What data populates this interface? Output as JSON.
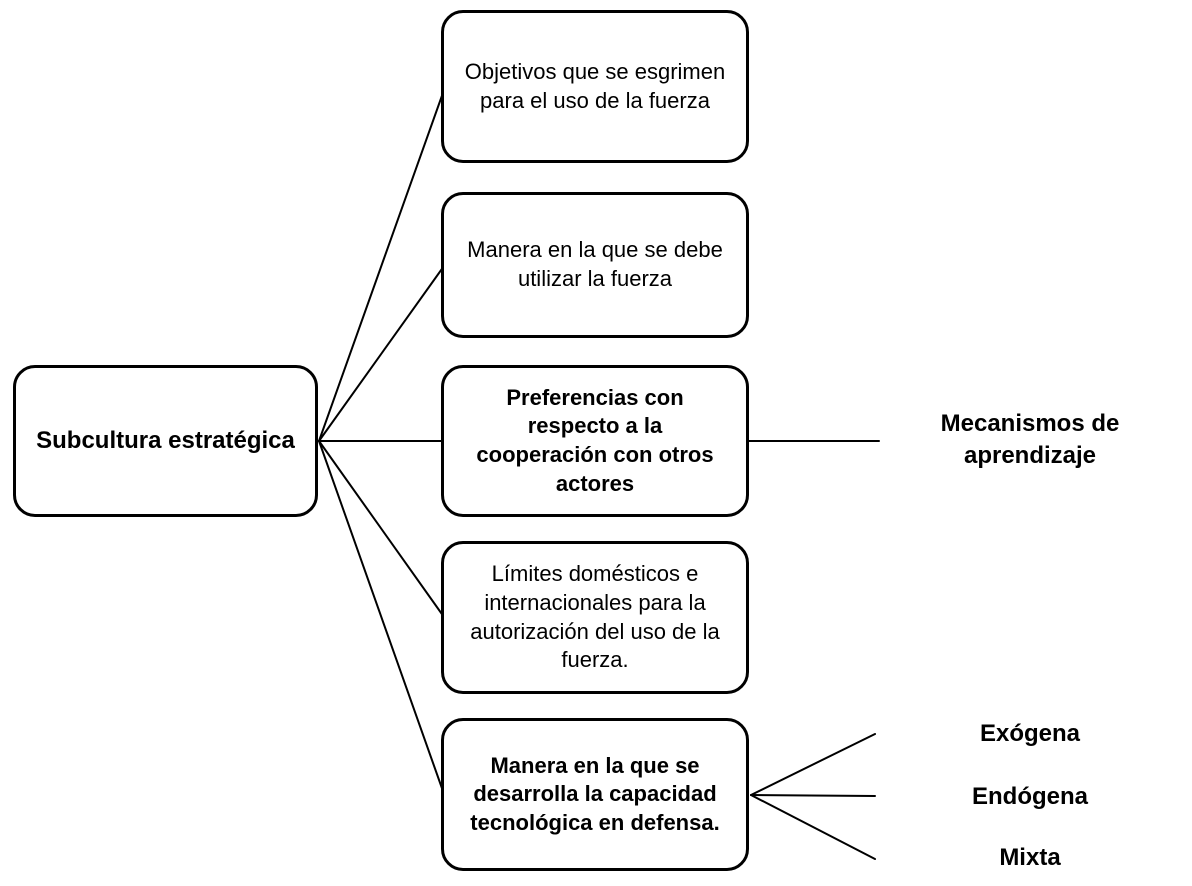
{
  "diagram": {
    "background_color": "#ffffff",
    "line_color": "#000000",
    "box_border_color": "#000000",
    "text_color": "#000000",
    "root": {
      "label": "Subcultura estratégica",
      "bold": true
    },
    "branches": [
      {
        "label": "Objetivos que se esgrimen para el uso de la fuerza",
        "bold": false
      },
      {
        "label": "Manera en la que se debe utilizar la fuerza",
        "bold": false
      },
      {
        "label": "Preferencias con respecto a la cooperación con otros actores",
        "bold": true
      },
      {
        "label": "Límites domésticos e internacionales para la autorización del uso de la fuerza.",
        "bold": false
      },
      {
        "label": "Manera en la que se desarrolla la capacidad tecnológica en defensa.",
        "bold": true
      }
    ],
    "leaves": {
      "cooperation_child": {
        "label": "Mecanismos de aprendizaje",
        "bold": true,
        "parent": "Preferencias con respecto a la cooperación con otros actores"
      },
      "technology_children": [
        {
          "label": "Exógena",
          "bold": true
        },
        {
          "label": "Endógena",
          "bold": true
        },
        {
          "label": "Mixta",
          "bold": true
        }
      ]
    }
  }
}
